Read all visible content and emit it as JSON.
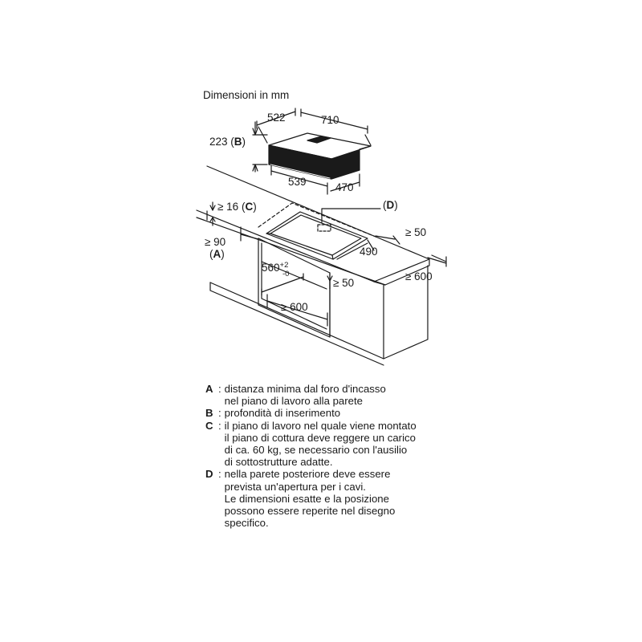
{
  "title": "Dimensioni in mm",
  "dims": {
    "depth": "522",
    "width": "710",
    "height_value": "223",
    "height_key": "B",
    "cutout_width": "539",
    "cutout_depth": "470",
    "min_thickness_value": "≥ 16",
    "min_thickness_key": "C",
    "opening_key": "D",
    "rear_clearance": "≥ 50",
    "min_wall_value": "≥ 90",
    "min_wall_key": "A",
    "cutout_depth_worktop": "490",
    "cabinet_depth": "≥ 600",
    "inner_width_value": "560",
    "tol_plus": "+2",
    "tol_minus": "-0",
    "lower_clearance": "≥ 50",
    "cabinet_width": "≥ 600"
  },
  "legend": [
    {
      "key": "A",
      "text": "distanza minima dal foro d'incasso\nnel piano di lavoro alla parete"
    },
    {
      "key": "B",
      "text": "profondità di inserimento"
    },
    {
      "key": "C",
      "text": "il piano di lavoro nel quale viene montato\nil piano di cottura deve reggere un carico\ndi ca. 60 kg, se necessario con l'ausilio\ndi sottostrutture adatte."
    },
    {
      "key": "D",
      "text": "nella parete posteriore deve essere\nprevista un'apertura per i cavi.\nLe dimensioni esatte e la posizione\npossono essere reperite nel disegno\nspecifico."
    }
  ]
}
